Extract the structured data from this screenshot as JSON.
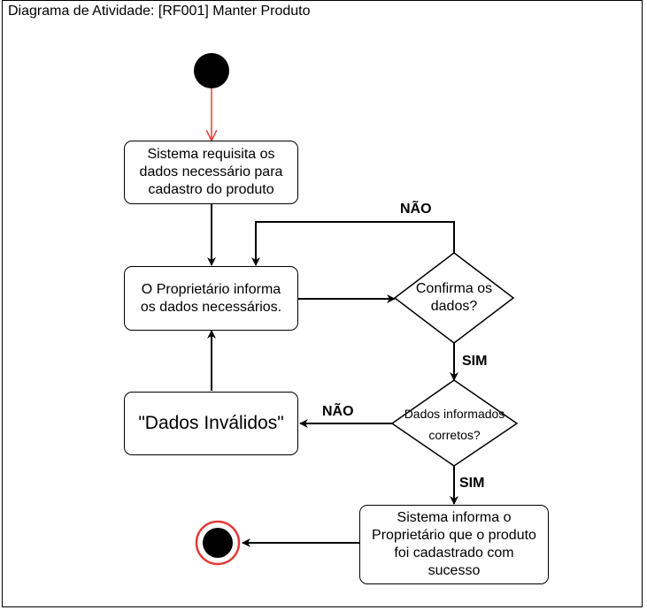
{
  "diagram": {
    "title": "Diagrama de Atividade: [RF001] Manter Produto",
    "nodes": {
      "start": {
        "type": "initial-node"
      },
      "request_data": {
        "label": "Sistema requisita os\ndados necessário para\ncadastro do produto"
      },
      "owner_informs": {
        "label": "O Proprietário informa\nos dados necessários."
      },
      "confirm_decision": {
        "label": "Confirma os\ndados?"
      },
      "data_correct_decision": {
        "label": "Dados informados\ncorretos?"
      },
      "invalid_data": {
        "label": "\"Dados Inválidos\""
      },
      "success": {
        "label": "Sistema informa o\nProprietário que o produto\nfoi cadastrado com\nsucesso"
      },
      "end": {
        "type": "final-node"
      }
    },
    "guards": {
      "confirm_no": "NÃO",
      "confirm_yes": "SIM",
      "correct_no": "NÃO",
      "correct_yes": "SIM"
    },
    "colors": {
      "line": "#000000",
      "initial_flow": "#e53935",
      "final_ring": "#e53935",
      "node_fill": "#000000"
    }
  }
}
